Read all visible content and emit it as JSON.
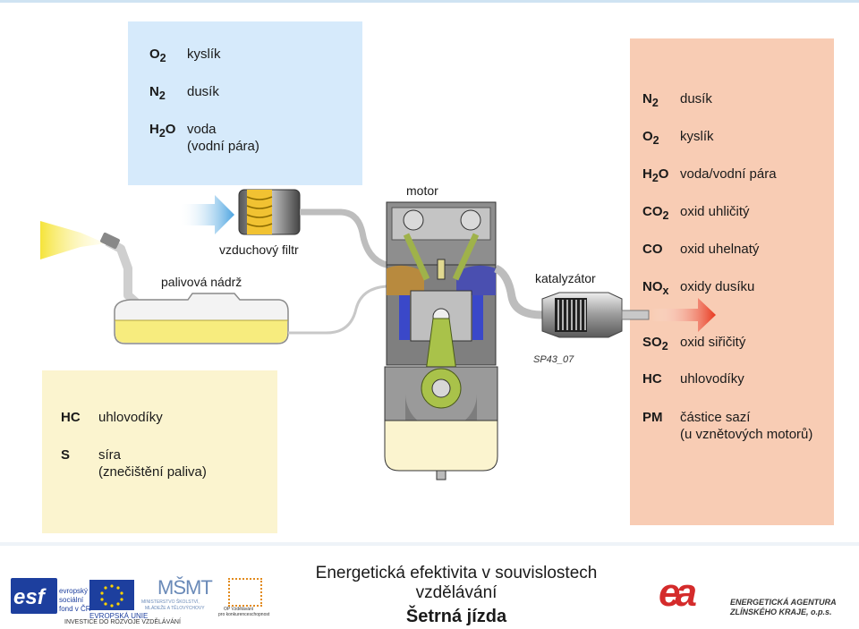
{
  "air": {
    "items": [
      {
        "sym": "O",
        "sub": "2",
        "sym2": "",
        "name": "kyslík",
        "name2": ""
      },
      {
        "sym": "N",
        "sub": "2",
        "sym2": "",
        "name": "dusík",
        "name2": ""
      },
      {
        "sym": "H",
        "sub": "2",
        "sym2": "O",
        "name": "voda",
        "name2": "(vodní pára)"
      }
    ]
  },
  "fuel": {
    "items": [
      {
        "sym": "HC",
        "sub": "",
        "sym2": "",
        "name": "uhlovodíky",
        "name2": ""
      },
      {
        "sym": "S",
        "sub": "",
        "sym2": "",
        "name": "síra",
        "name2": "(znečištění paliva)"
      }
    ]
  },
  "exhaust": {
    "items": [
      {
        "sym": "N",
        "sub": "2",
        "sym2": "",
        "name": "dusík",
        "name2": ""
      },
      {
        "sym": "O",
        "sub": "2",
        "sym2": "",
        "name": "kyslík",
        "name2": ""
      },
      {
        "sym": "H",
        "sub": "2",
        "sym2": "O",
        "name": "voda/vodní pára",
        "name2": ""
      },
      {
        "sym": "CO",
        "sub": "2",
        "sym2": "",
        "name": "oxid uhličitý",
        "name2": ""
      },
      {
        "sym": "CO",
        "sub": "",
        "sym2": "",
        "name": "oxid uhelnatý",
        "name2": ""
      },
      {
        "sym": "NO",
        "sub": "x",
        "sym2": "",
        "name": "oxidy dusíku",
        "name2": ""
      },
      {
        "sym": "SO",
        "sub": "2",
        "sym2": "",
        "name": "oxid siřičitý",
        "name2": ""
      },
      {
        "sym": "HC",
        "sub": "",
        "sym2": "",
        "name": "uhlovodíky",
        "name2": ""
      },
      {
        "sym": "PM",
        "sub": "",
        "sym2": "",
        "name": "částice sazí",
        "name2": "(u vznětových motorů)"
      }
    ]
  },
  "labels": {
    "motor": "motor",
    "filter": "vzduchový filtr",
    "tank": "palivová nádrž",
    "catalyst": "katalyzátor",
    "ref": "SP43_07"
  },
  "colors": {
    "air_box": "#d6eafb",
    "fuel_box": "#fbf4cf",
    "exhaust_box": "#f8ccb4",
    "arrow_air": "#4aa3e0",
    "arrow_fuel": "#f2e35a",
    "arrow_exhaust": "#e8381e"
  },
  "footer": {
    "line1": "Energetická efektivita v souvislostech",
    "line2": "vzdělávání",
    "title": "Šetrná jízda",
    "esf": {
      "esf": "esf",
      "line1": "evropský",
      "line2": "sociální",
      "line3": "fond v ČR"
    },
    "eu": "EVROPSKÁ UNIE",
    "msmt": {
      "mark": "MŠMT",
      "line1": "MINISTERSTVO ŠKOLSTVÍ,",
      "line2": "MLÁDEŽE A TĚLOVÝCHOVY"
    },
    "op": {
      "line1": "OP Vzdělávání",
      "line2": "pro konkurenceschopnost"
    },
    "invest": "INVESTICE DO ROZVOJE VZDĚLÁVÁNÍ",
    "agency": {
      "mark": "ea",
      "line1": "ENERGETICKÁ AGENTURA",
      "line2": "ZLÍNSKÉHO KRAJE, o.p.s."
    }
  }
}
